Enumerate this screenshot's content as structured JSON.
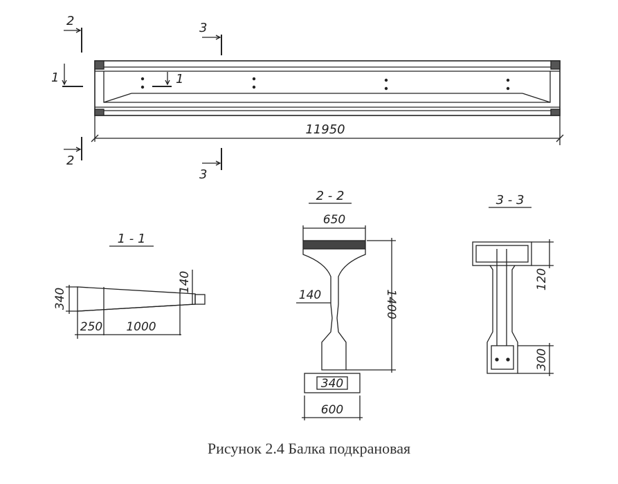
{
  "caption": "Рисунок 2.4 Балка подкрановая",
  "elevation": {
    "length_dim": "11950",
    "cut_2_top": "2",
    "cut_2_bottom": "2",
    "cut_3_top": "3",
    "cut_3_bottom": "3",
    "cut_1_left": "1",
    "cut_1_right": "1"
  },
  "section_1_1": {
    "title": "1 - 1",
    "dim_height": "340",
    "dim_end": "140",
    "dim_bottom_left": "250",
    "dim_bottom_right": "1000"
  },
  "section_2_2": {
    "title": "2 - 2",
    "dim_top_width": "650",
    "dim_web": "140",
    "dim_height": "1400",
    "dim_bottom_inner": "340",
    "dim_bottom_width": "600"
  },
  "section_3_3": {
    "title": "3 - 3",
    "dim_top": "120",
    "dim_bottom": "300"
  }
}
